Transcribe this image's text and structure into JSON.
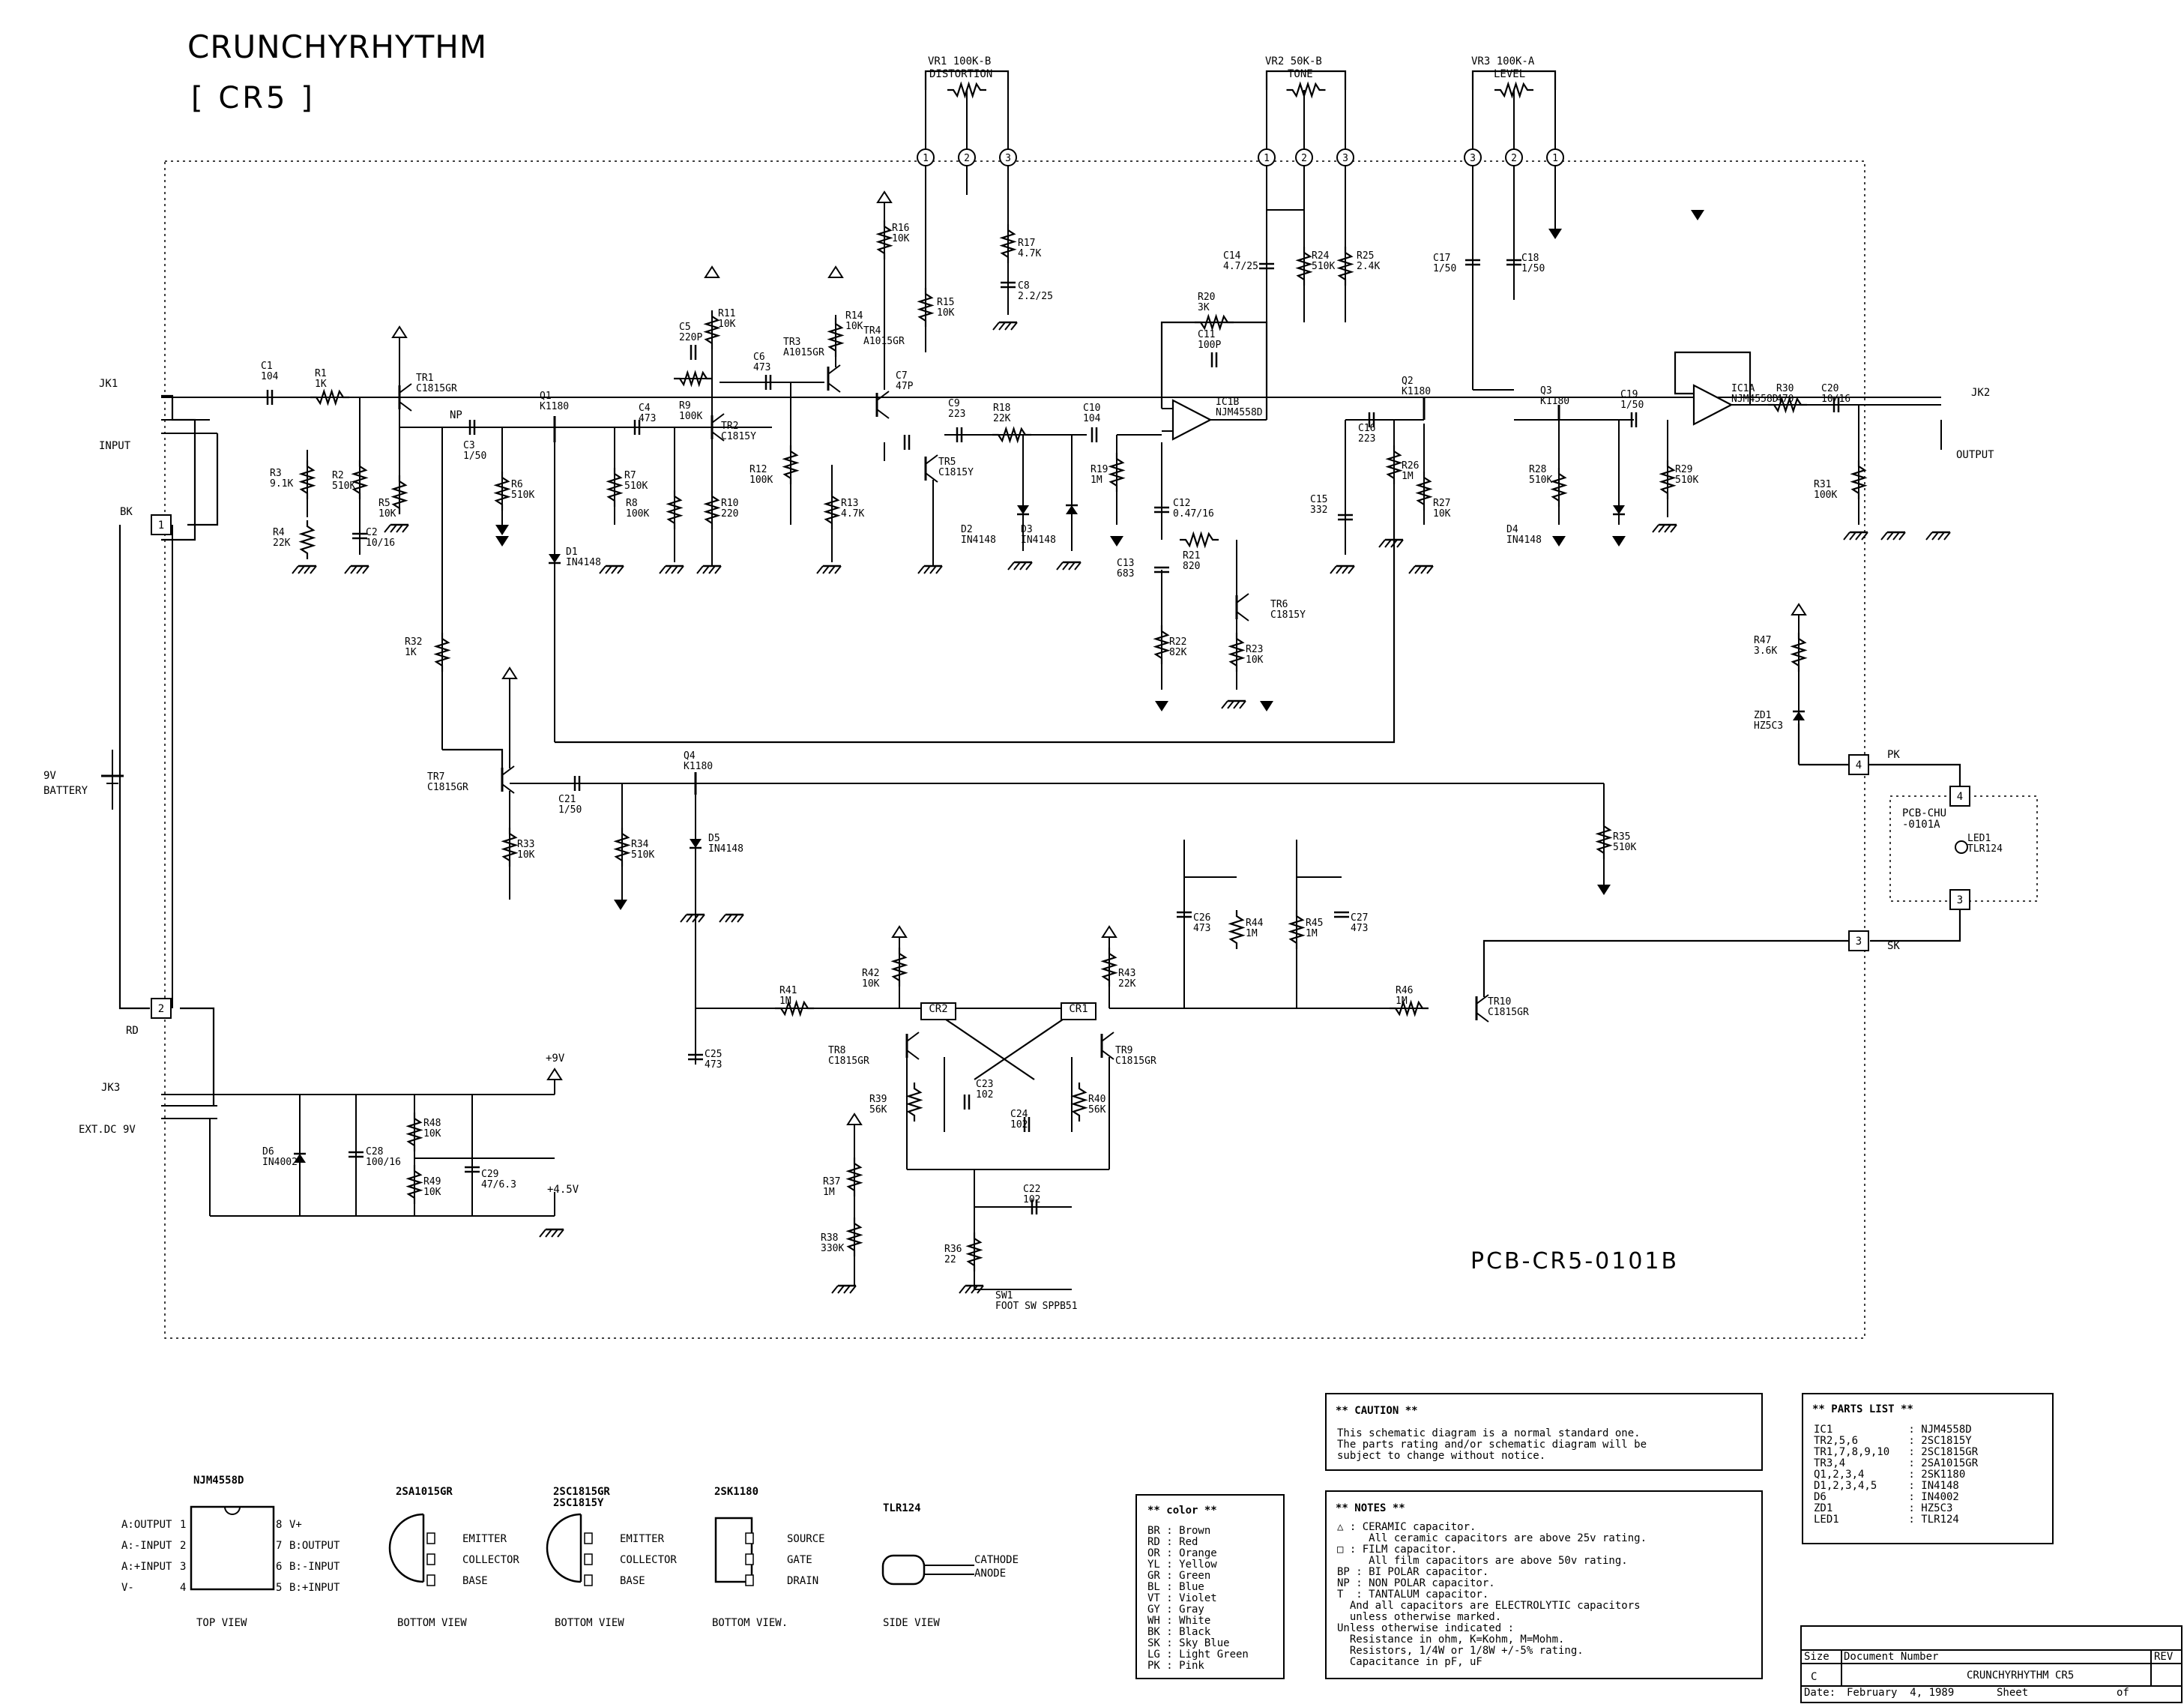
{
  "title": "CRUNCHYRHYTHM",
  "model": "[ CR5 ]",
  "pcb_main": "PCB-CR5-0101B",
  "pcb_led": "PCB-CHU\n-0101A",
  "pots": [
    {
      "ref": "VR1 100K-B",
      "name": "DISTORTION",
      "pins": [
        "1",
        "2",
        "3"
      ]
    },
    {
      "ref": "VR2 50K-B",
      "name": "TONE",
      "pins": [
        "1",
        "2",
        "3"
      ]
    },
    {
      "ref": "VR3 100K-A",
      "name": "LEVEL",
      "pins": [
        "3",
        "2",
        "1"
      ]
    }
  ],
  "jacks": [
    {
      "ref": "JK1",
      "label": "INPUT"
    },
    {
      "ref": "JK2",
      "label": "OUTPUT"
    },
    {
      "ref": "JK3",
      "label": "EXT.DC 9V"
    }
  ],
  "battery": {
    "line1": "9V",
    "line2": "BATTERY"
  },
  "connectors": [
    "1",
    "2",
    "3",
    "4"
  ],
  "wires": [
    "BK",
    "RD",
    "PK",
    "SK"
  ],
  "nets": {
    "v9": "+9V",
    "v45": "+4.5V",
    "np": "NP"
  },
  "components": [
    {
      "ref": "C1",
      "val": "104"
    },
    {
      "ref": "R1",
      "val": "1K"
    },
    {
      "ref": "TR1",
      "val": "C1815GR"
    },
    {
      "ref": "R2",
      "val": "510K"
    },
    {
      "ref": "R3",
      "val": "9.1K"
    },
    {
      "ref": "R4",
      "val": "22K"
    },
    {
      "ref": "C2",
      "val": "10/16"
    },
    {
      "ref": "R5",
      "val": "10K"
    },
    {
      "ref": "C3",
      "val": "1/50"
    },
    {
      "ref": "Q1",
      "val": "K1180"
    },
    {
      "ref": "R6",
      "val": "510K"
    },
    {
      "ref": "C4",
      "val": "473"
    },
    {
      "ref": "R7",
      "val": "510K"
    },
    {
      "ref": "R8",
      "val": "100K"
    },
    {
      "ref": "D1",
      "val": "IN4148"
    },
    {
      "ref": "C5",
      "val": "220P"
    },
    {
      "ref": "R9",
      "val": "100K"
    },
    {
      "ref": "R11",
      "val": "10K"
    },
    {
      "ref": "TR2",
      "val": "C1815Y"
    },
    {
      "ref": "R10",
      "val": "220"
    },
    {
      "ref": "C6",
      "val": "473"
    },
    {
      "ref": "R12",
      "val": "100K"
    },
    {
      "ref": "TR3",
      "val": "A1015GR"
    },
    {
      "ref": "TR4",
      "val": "A1015GR"
    },
    {
      "ref": "R13",
      "val": "4.7K"
    },
    {
      "ref": "R14",
      "val": "10K"
    },
    {
      "ref": "R16",
      "val": "10K"
    },
    {
      "ref": "R15",
      "val": "10K"
    },
    {
      "ref": "R17",
      "val": "4.7K"
    },
    {
      "ref": "C8",
      "val": "2.2/25"
    },
    {
      "ref": "C7",
      "val": "47P"
    },
    {
      "ref": "C9",
      "val": "223"
    },
    {
      "ref": "TR5",
      "val": "C1815Y"
    },
    {
      "ref": "R18",
      "val": "22K"
    },
    {
      "ref": "D2",
      "val": "IN4148"
    },
    {
      "ref": "D3",
      "val": "IN4148"
    },
    {
      "ref": "C10",
      "val": "104"
    },
    {
      "ref": "R19",
      "val": "1M"
    },
    {
      "ref": "C11",
      "val": "100P"
    },
    {
      "ref": "R20",
      "val": "3K"
    },
    {
      "ref": "C14",
      "val": "4.7/25"
    },
    {
      "ref": "IC1B",
      "val": "NJM4558D"
    },
    {
      "ref": "C12",
      "val": "0.47/16"
    },
    {
      "ref": "R21",
      "val": "820"
    },
    {
      "ref": "C13",
      "val": "683"
    },
    {
      "ref": "TR6",
      "val": "C1815Y"
    },
    {
      "ref": "R22",
      "val": "82K"
    },
    {
      "ref": "R23",
      "val": "10K"
    },
    {
      "ref": "R24",
      "val": "510K"
    },
    {
      "ref": "R25",
      "val": "2.4K"
    },
    {
      "ref": "C15",
      "val": "332"
    },
    {
      "ref": "C16",
      "val": "223"
    },
    {
      "ref": "Q2",
      "val": "K1180"
    },
    {
      "ref": "R26",
      "val": "1M"
    },
    {
      "ref": "R27",
      "val": "10K"
    },
    {
      "ref": "C17",
      "val": "1/50"
    },
    {
      "ref": "C18",
      "val": "1/50"
    },
    {
      "ref": "Q3",
      "val": "K1180"
    },
    {
      "ref": "R28",
      "val": "510K"
    },
    {
      "ref": "D4",
      "val": "IN4148"
    },
    {
      "ref": "C19",
      "val": "1/50"
    },
    {
      "ref": "R29",
      "val": "510K"
    },
    {
      "ref": "IC1A",
      "val": "NJM4558D"
    },
    {
      "ref": "R30",
      "val": "470"
    },
    {
      "ref": "C20",
      "val": "10/16"
    },
    {
      "ref": "R31",
      "val": "100K"
    },
    {
      "ref": "R47",
      "val": "3.6K"
    },
    {
      "ref": "ZD1",
      "val": "HZ5C3"
    },
    {
      "ref": "LED1",
      "val": "TLR124"
    },
    {
      "ref": "R32",
      "val": "1K"
    },
    {
      "ref": "TR7",
      "val": "C1815GR"
    },
    {
      "ref": "C21",
      "val": "1/50"
    },
    {
      "ref": "Q4",
      "val": "K1180"
    },
    {
      "ref": "R33",
      "val": "10K"
    },
    {
      "ref": "R34",
      "val": "510K"
    },
    {
      "ref": "D5",
      "val": "IN4148"
    },
    {
      "ref": "R35",
      "val": "510K"
    },
    {
      "ref": "C26",
      "val": "473"
    },
    {
      "ref": "R44",
      "val": "1M"
    },
    {
      "ref": "R45",
      "val": "1M"
    },
    {
      "ref": "C27",
      "val": "473"
    },
    {
      "ref": "R46",
      "val": "1M"
    },
    {
      "ref": "TR10",
      "val": "C1815GR"
    },
    {
      "ref": "R41",
      "val": "1M"
    },
    {
      "ref": "R42",
      "val": "10K"
    },
    {
      "ref": "R43",
      "val": "22K"
    },
    {
      "ref": "TR8",
      "val": "C1815GR"
    },
    {
      "ref": "TR9",
      "val": "C1815GR"
    },
    {
      "ref": "C23",
      "val": "102"
    },
    {
      "ref": "C24",
      "val": "102"
    },
    {
      "ref": "R39",
      "val": "56K"
    },
    {
      "ref": "R40",
      "val": "56K"
    },
    {
      "ref": "C25",
      "val": "473"
    },
    {
      "ref": "R37",
      "val": "1M"
    },
    {
      "ref": "R38",
      "val": "330K"
    },
    {
      "ref": "C22",
      "val": "102"
    },
    {
      "ref": "R36",
      "val": "22"
    },
    {
      "ref": "SW1",
      "val": "FOOT SW SPPB51"
    },
    {
      "ref": "D6",
      "val": "IN4002"
    },
    {
      "ref": "C28",
      "val": "100/16"
    },
    {
      "ref": "R48",
      "val": "10K"
    },
    {
      "ref": "R49",
      "val": "10K"
    },
    {
      "ref": "C29",
      "val": "47/6.3"
    }
  ],
  "flipflop": [
    "CR2",
    "CR1"
  ],
  "pinouts": [
    {
      "name": "NJM4558D",
      "left": [
        "A:OUTPUT",
        "A:-INPUT",
        "A:+INPUT",
        "V-"
      ],
      "right": [
        "V+",
        "B:OUTPUT",
        "B:-INPUT",
        "B:+INPUT"
      ],
      "nums_left": [
        "1",
        "2",
        "3",
        "4"
      ],
      "nums_right": [
        "8",
        "7",
        "6",
        "5"
      ],
      "view": "TOP VIEW"
    },
    {
      "name": "2SA1015GR",
      "pins": [
        "EMITTER",
        "COLLECTOR",
        "BASE"
      ],
      "view": "BOTTOM VIEW"
    },
    {
      "name": "2SC1815GR\n2SC1815Y",
      "pins": [
        "EMITTER",
        "COLLECTOR",
        "BASE"
      ],
      "view": "BOTTOM VIEW"
    },
    {
      "name": "2SK1180",
      "pins": [
        "SOURCE",
        "GATE",
        "DRAIN"
      ],
      "view": "BOTTOM VIEW."
    },
    {
      "name": "TLR124",
      "pins": [
        "CATHODE",
        "ANODE"
      ],
      "view": "SIDE VIEW"
    }
  ],
  "color_box": {
    "header": "** color **",
    "rows": [
      [
        "BR",
        "Brown"
      ],
      [
        "RD",
        "Red"
      ],
      [
        "OR",
        "Orange"
      ],
      [
        "YL",
        "Yellow"
      ],
      [
        "GR",
        "Green"
      ],
      [
        "BL",
        "Blue"
      ],
      [
        "VT",
        "Violet"
      ],
      [
        "GY",
        "Gray"
      ],
      [
        "WH",
        "White"
      ],
      [
        "BK",
        "Black"
      ],
      [
        "SK",
        "Sky Blue"
      ],
      [
        "LG",
        "Light Green"
      ],
      [
        "PK",
        "Pink"
      ]
    ]
  },
  "caution_box": {
    "header": "** CAUTION **",
    "lines": [
      "This schematic diagram is a normal standard one.",
      "The parts rating and/or schematic diagram will be",
      "subject to change without notice."
    ]
  },
  "notes_box": {
    "header": "** NOTES **",
    "lines": [
      "△ : CERAMIC capacitor.",
      "     All ceramic capacitors are above 25v rating.",
      "□ : FILM capacitor.",
      "     All film capacitors are above 50v rating.",
      "BP : BI POLAR capacitor.",
      "NP : NON POLAR capacitor.",
      "T  : TANTALUM capacitor.",
      "  And all capacitors are ELECTROLYTIC capacitors",
      "  unless otherwise marked.",
      "Unless otherwise indicated :",
      "  Resistance in ohm, K=Kohm, M=Mohm.",
      "  Resistors, 1/4W or 1/8W +/-5% rating.",
      "  Capacitance in pF, uF"
    ]
  },
  "parts_box": {
    "header": "** PARTS LIST **",
    "rows": [
      [
        "IC1",
        ": NJM4558D"
      ],
      [
        "TR2,5,6",
        ": 2SC1815Y"
      ],
      [
        "TR1,7,8,9,10",
        ": 2SC1815GR"
      ],
      [
        "TR3,4",
        ": 2SA1015GR"
      ],
      [
        "Q1,2,3,4",
        ": 2SK1180"
      ],
      [
        "D1,2,3,4,5",
        ": IN4148"
      ],
      [
        "D6",
        ": IN4002"
      ],
      [
        "ZD1",
        ": HZ5C3"
      ],
      [
        "LED1",
        ": TLR124"
      ]
    ]
  },
  "title_block": {
    "size_label": "Size",
    "size": "C",
    "docnum_label": "Document Number",
    "docnum": "CRUNCHYRHYTHM CR5",
    "rev_label": "REV",
    "date_label": "Date:",
    "date": "February  4, 1989",
    "sheet_label": "Sheet",
    "of_label": "of"
  }
}
